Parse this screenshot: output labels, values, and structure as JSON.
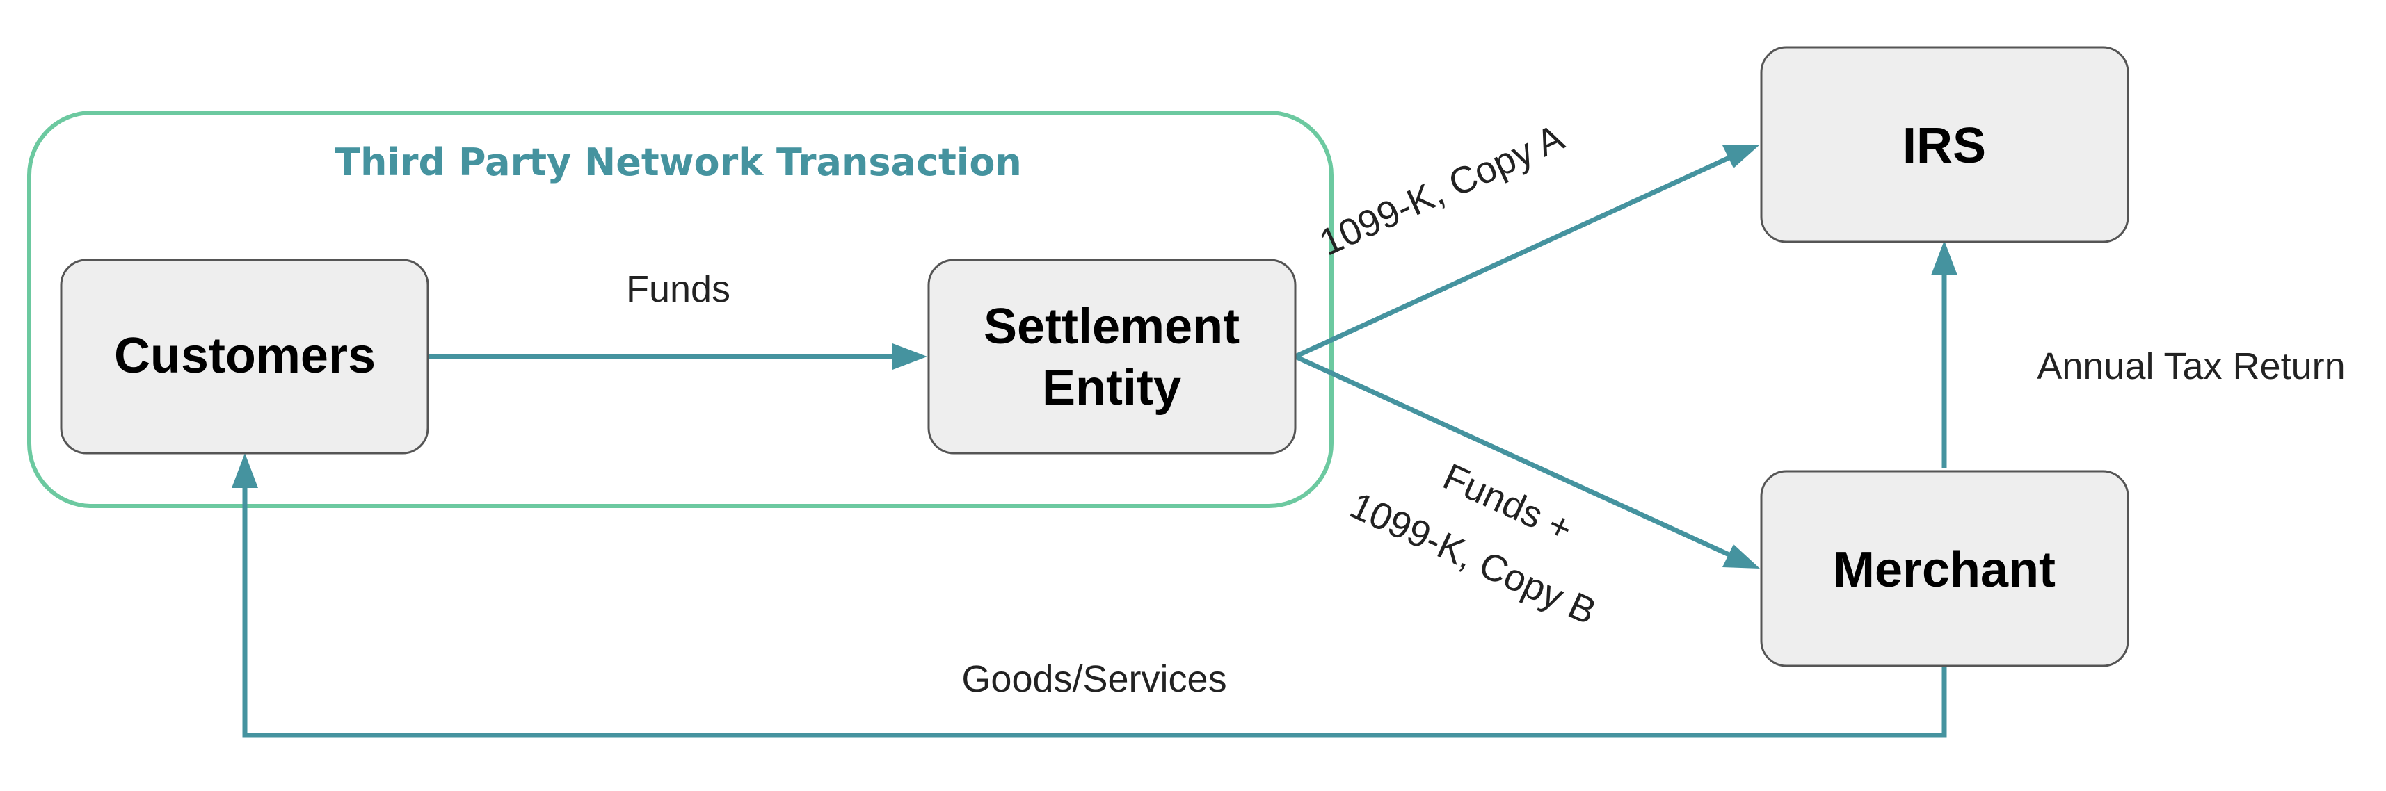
{
  "colors": {
    "group_border": "#6CC9A0",
    "group_title": "#45939F",
    "arrow": "#45939F",
    "node_fill": "#EEEEEE",
    "node_border": "#555555"
  },
  "group": {
    "title": "Third Party Network Transaction"
  },
  "nodes": {
    "customers": "Customers",
    "settlement_line1": "Settlement",
    "settlement_line2": "Entity",
    "irs": "IRS",
    "merchant": "Merchant"
  },
  "edges": {
    "funds": "Funds",
    "copy_a": "1099-K, Copy A",
    "funds_plus": "Funds +",
    "copy_b": "1099-K, Copy B",
    "annual_tax_return": "Annual Tax Return",
    "goods_services": "Goods/Services"
  }
}
